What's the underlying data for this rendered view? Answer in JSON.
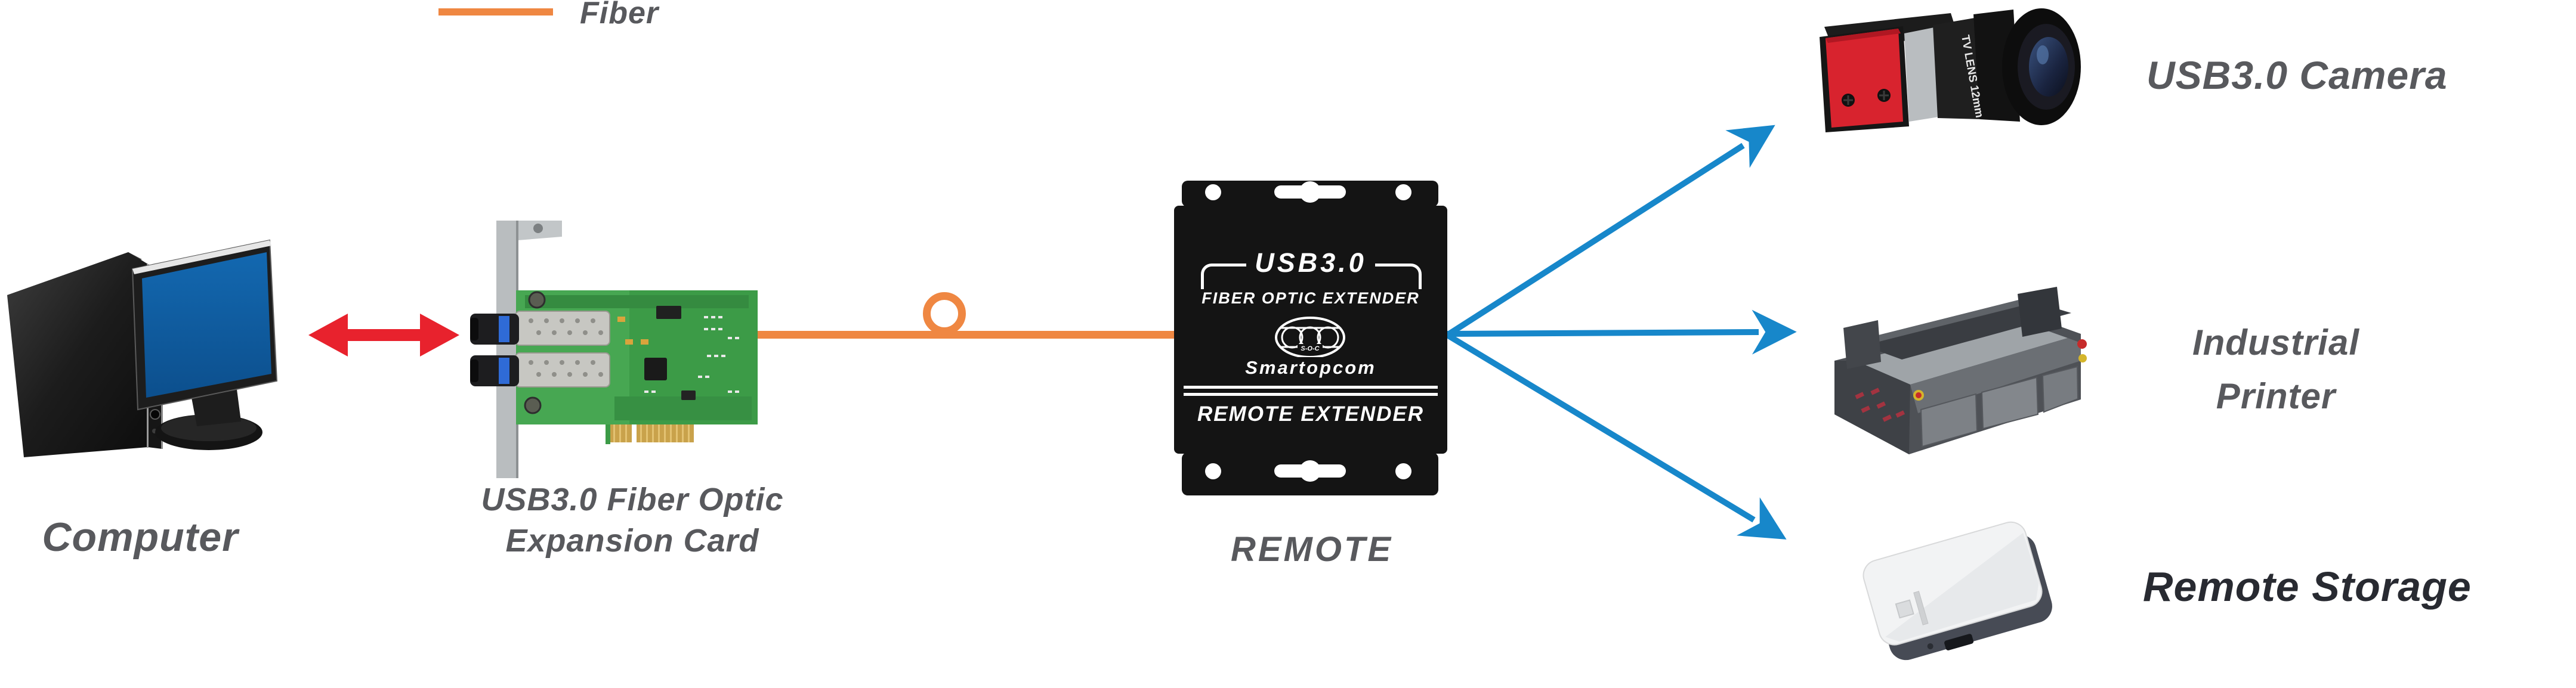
{
  "legend": {
    "fiber": "Fiber"
  },
  "computer": {
    "label": "Computer"
  },
  "expansion_card": {
    "label_line1": "USB3.0 Fiber Optic",
    "label_line2": "Expansion Card"
  },
  "extender": {
    "product_title": "USB3.0",
    "product_subtitle": "FIBER OPTIC EXTENDER",
    "logo_abbr": "S-O-C",
    "brand": "Smartopcom",
    "unit_role": "REMOTE EXTENDER",
    "caption": "REMOTE"
  },
  "camera": {
    "label": "USB3.0 Camera",
    "lens_marking": "TV LENS 12mm"
  },
  "printer": {
    "label_line1": "Industrial",
    "label_line2": "Printer"
  },
  "storage": {
    "label": "Remote Storage"
  },
  "colors": {
    "fiber_orange": "#EF8742",
    "arrow_red": "#E8222D",
    "arrow_blue": "#1787CA",
    "label_gray": "#58595D",
    "label_dark": "#282A31",
    "screen_blue": "#1368B0"
  }
}
